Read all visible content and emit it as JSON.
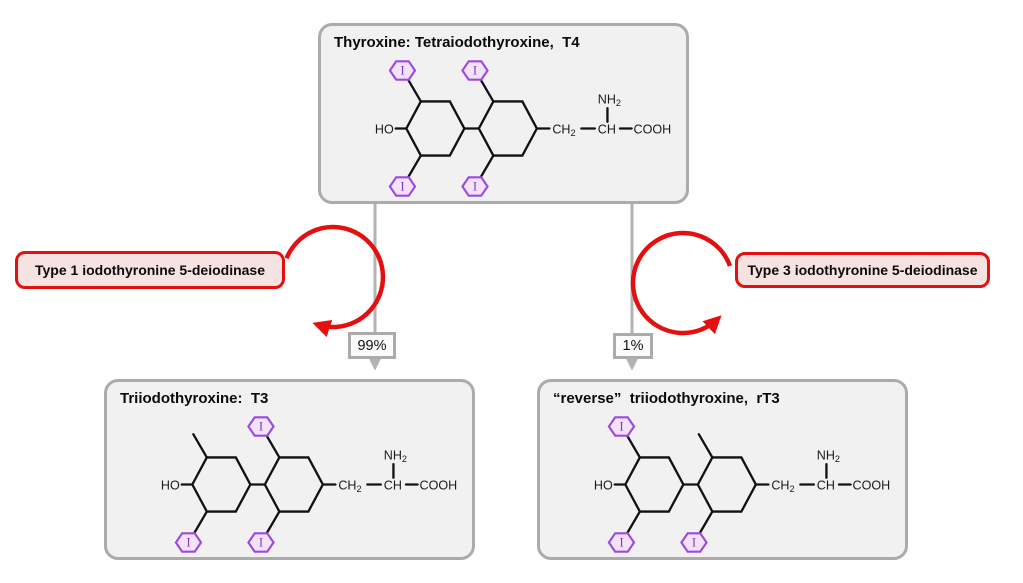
{
  "colors": {
    "background": "#ffffff",
    "box_fill": "#f1f1f1",
    "box_border": "#ababab",
    "enzyme_fill": "#f6e3e1",
    "enzyme_border": "#e41010",
    "arrow_red": "#e41010",
    "arrow_gray": "#b3b3b3",
    "iodine_fill": "#f3e3f9",
    "iodine_border": "#9b4ae0",
    "iodine_text": "#7d33c4",
    "bond": "#111111",
    "percent_fill": "#fbfbfb"
  },
  "molecules": [
    {
      "id": "t4",
      "title": "Thyroxine: Tetraiodothyroxine,  T4",
      "iodines": {
        "left_top": true,
        "right_top": true,
        "left_bottom": true,
        "right_bottom": true
      }
    },
    {
      "id": "t3",
      "title": "Triiodothyroxine:  T3",
      "iodines": {
        "left_top": false,
        "right_top": true,
        "left_bottom": true,
        "right_bottom": true
      }
    },
    {
      "id": "rt3",
      "title": "“reverse”  triiodothyroxine,  rT3",
      "iodines": {
        "left_top": true,
        "right_top": false,
        "left_bottom": true,
        "right_bottom": true
      }
    }
  ],
  "chem_labels": {
    "hydroxyl": "HO",
    "methylene": "CH",
    "methylene_sub": "2",
    "methine": "CH",
    "amino": "NH",
    "amino_sub": "2",
    "carboxyl": "COOH",
    "iodine": "I"
  },
  "enzymes": [
    {
      "label": "Type 1 iodothyronine 5-deiodinase"
    },
    {
      "label": "Type 3 iodothyronine 5-deiodinase"
    }
  ],
  "branches": [
    {
      "percent": "99%"
    },
    {
      "percent": "1%"
    }
  ]
}
